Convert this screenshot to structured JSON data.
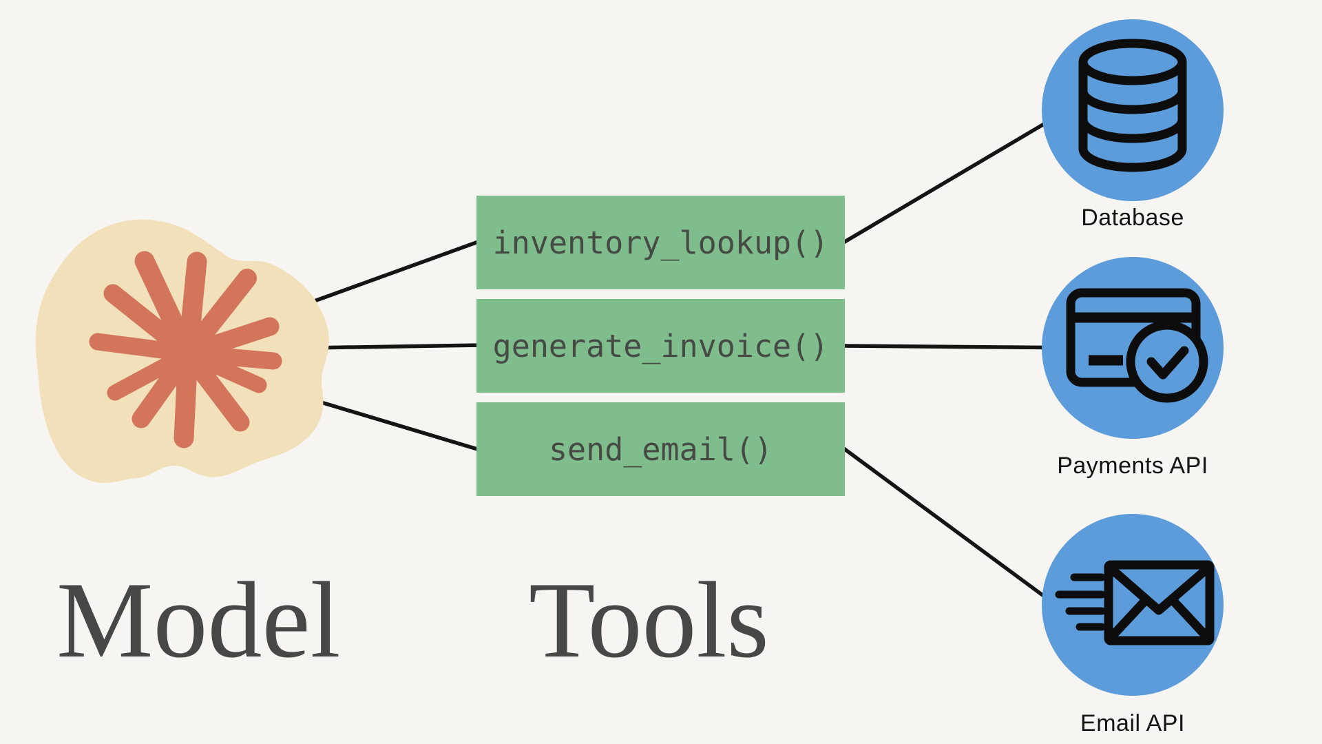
{
  "model": {
    "label": "Model"
  },
  "tools": {
    "label": "Tools",
    "functions": [
      "inventory_lookup()",
      "generate_invoice()",
      "send_email()"
    ]
  },
  "services": [
    {
      "label": "Database",
      "icon": "database-icon"
    },
    {
      "label": "Payments API",
      "icon": "credit-card-check-icon"
    },
    {
      "label": "Email API",
      "icon": "email-send-icon"
    }
  ],
  "colors": {
    "background": "#f7f5f2",
    "model_blob": "#f2e0ba",
    "spark": "#d3755a",
    "tool_box": "#7fbd8d",
    "tool_box_text": "#454a44",
    "service_circle": "#5c9cda",
    "icon_stroke": "#0d0d0d",
    "connector_line": "#141414",
    "heading_text": "#474747",
    "service_label_text": "#141414"
  }
}
